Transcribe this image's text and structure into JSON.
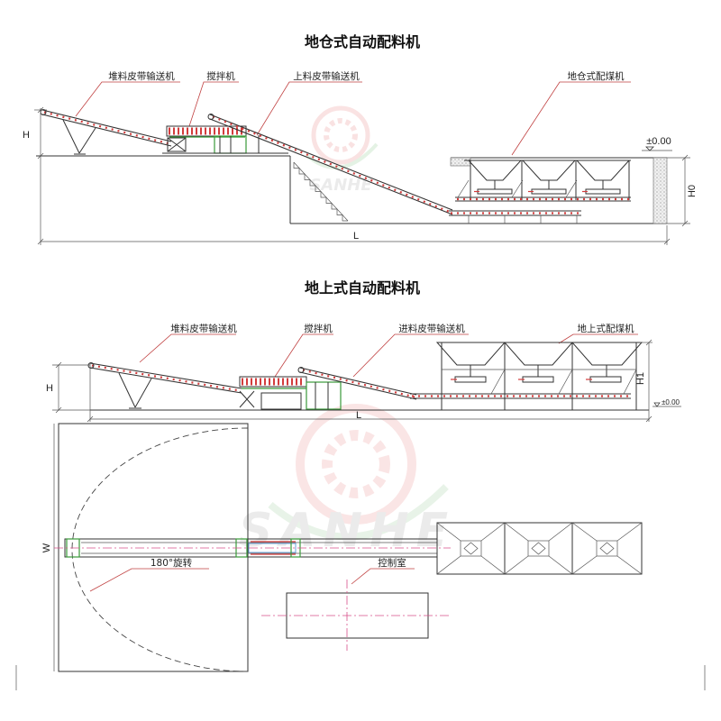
{
  "pit_type": {
    "title": "地仓式自动配料机",
    "labels": {
      "stacking_conveyor": "堆料皮带输送机",
      "mixer": "搅拌机",
      "feed_conveyor": "上料皮带输送机",
      "batcher": "地仓式配煤机"
    },
    "dims": {
      "height": "H",
      "level": "±0.00",
      "pit_depth": "H0",
      "length": "L"
    }
  },
  "surface_type": {
    "title": "地上式自动配料机",
    "labels": {
      "stacking_conveyor": "堆料皮带输送机",
      "mixer": "搅拌机",
      "feed_conveyor": "进料皮带输送机",
      "batcher": "地上式配煤机"
    },
    "dims": {
      "height": "H",
      "hopper_height": "H1",
      "level": "±0.00",
      "length": "L"
    }
  },
  "plan_view": {
    "width": "W",
    "rotation": "180°旋转",
    "control_room": "控制室"
  },
  "watermark": "SANHE",
  "colors": {
    "roller": "#d23c3c",
    "green": "#3a9a3a",
    "center_line": "#d8508a",
    "leader": "#c04040"
  }
}
